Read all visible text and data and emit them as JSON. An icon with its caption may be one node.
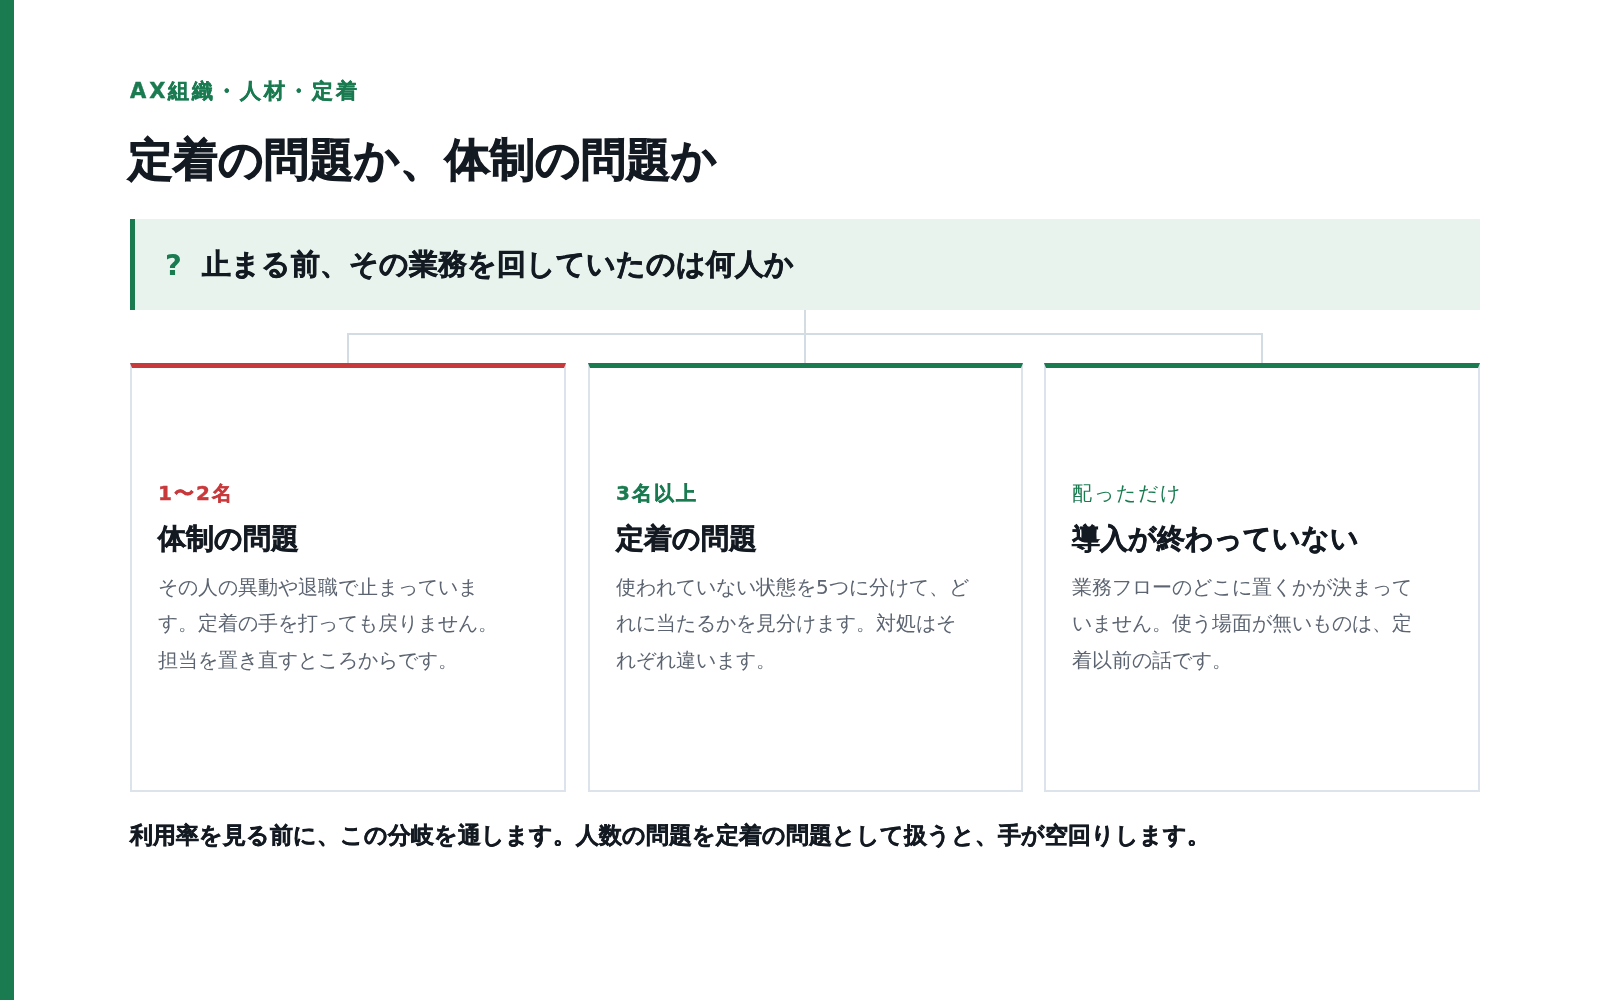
{
  "diagram": {
    "title": "定着の問題か、体制の問題か",
    "caption": "利用率を見る前に、この分岐を通します。人数の問題を定着の問題として扱うと、手が空回りします。",
    "labels": [
      "AX組織・人材・定着"
    ],
    "nodes": [
      {
        "text": [
          "?",
          "止まる前、その業務を回していたのは何人か"
        ]
      },
      {
        "text": [
          "1〜2名",
          "体制の問題",
          "その人の異動や退職で止まっています。定着の手を打っても戻りません。担当を置き直すところからです。"
        ]
      },
      {
        "text": [
          "3名以上",
          "定着の問題",
          "使われていない状態を5つに分けて、どれに当たるかを見分けます。対処はそれぞれ違います。"
        ]
      },
      {
        "text": [
          "配っただけ",
          "導入が終わっていない",
          "業務フローのどこに置くかが決まっていません。使う場面が無いものは、定着以前の話です。"
        ]
      }
    ],
    "edges": [
      {
        "from": 0,
        "to": 1,
        "arrow": "none"
      },
      {
        "from": 0,
        "to": 2,
        "arrow": "none"
      },
      {
        "from": 0,
        "to": 3,
        "arrow": "none"
      }
    ]
  }
}
